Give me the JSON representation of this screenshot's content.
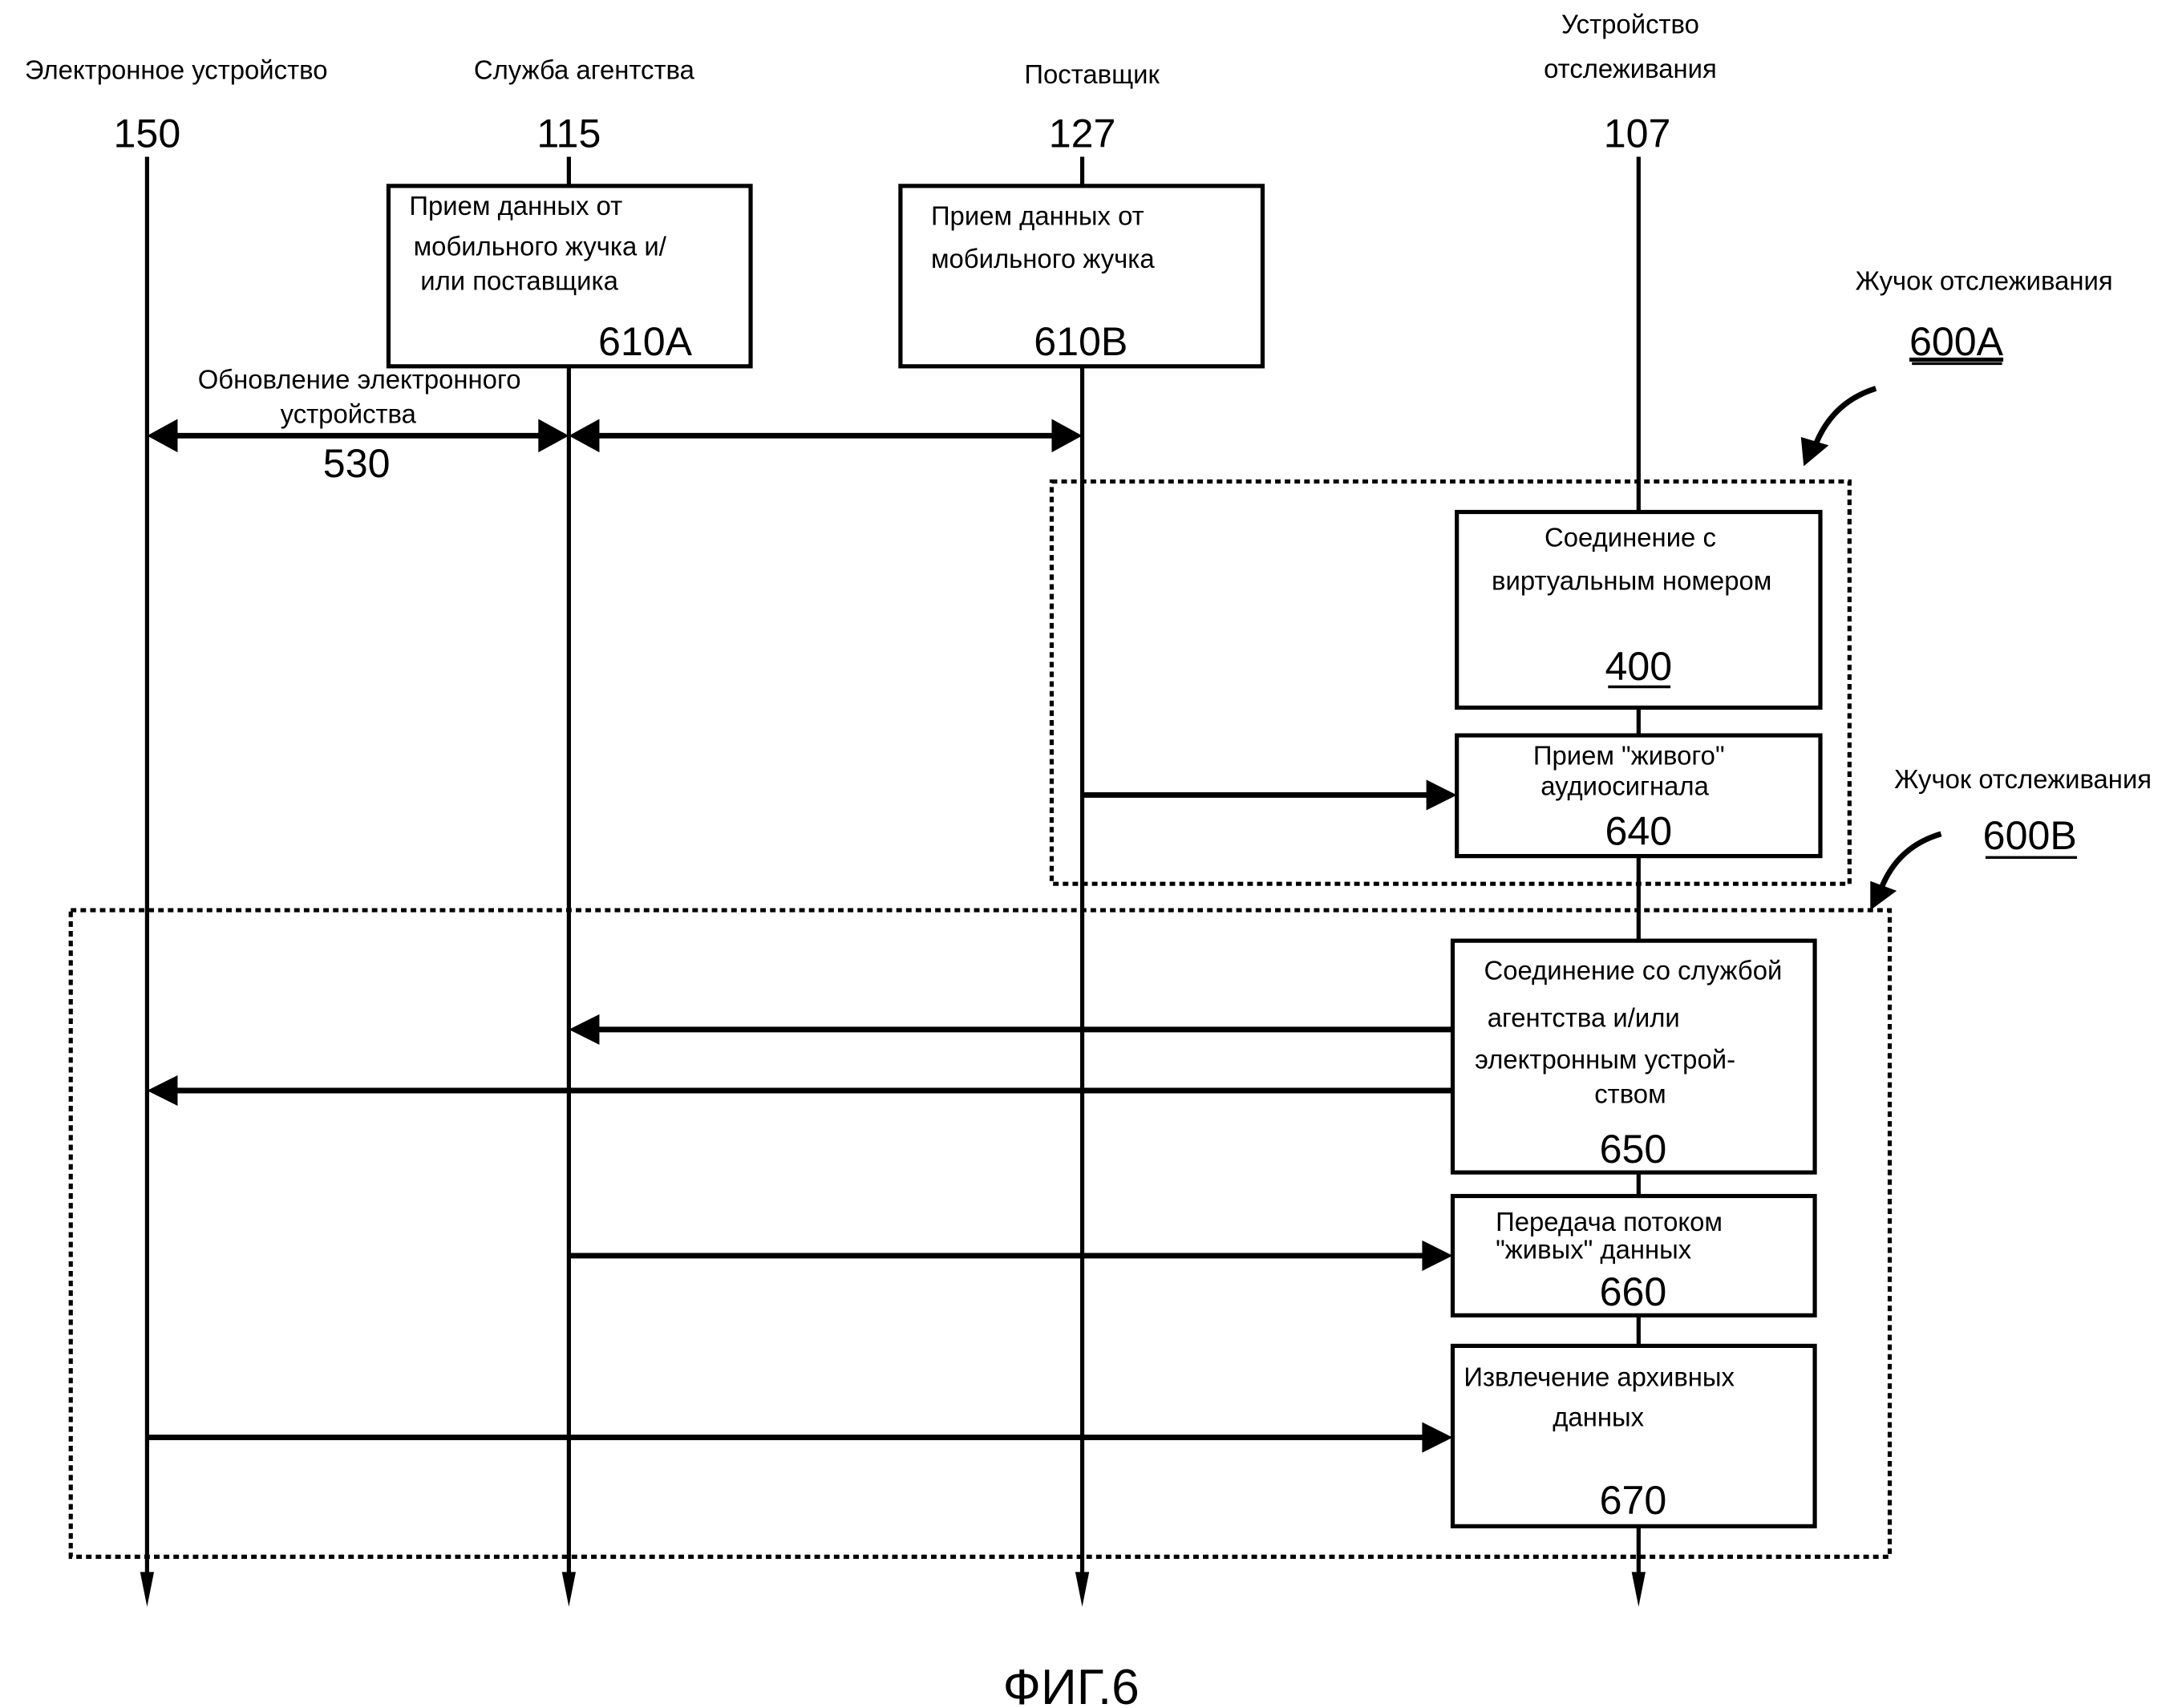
{
  "figure": {
    "caption": "ФИГ.6"
  },
  "lifelines": [
    {
      "title_lines": [
        "Электронное устройство"
      ],
      "number": "150"
    },
    {
      "title_lines": [
        "Служба агентства"
      ],
      "number": "115"
    },
    {
      "title_lines": [
        "Поставщик"
      ],
      "number": "127"
    },
    {
      "title_lines": [
        "Устройство",
        "отслеживания"
      ],
      "number": "107"
    }
  ],
  "boxes": {
    "b610a": {
      "lines": [
        "Прием данных от",
        "мобильного жучка и/",
        "или поставщика"
      ],
      "number": "610A"
    },
    "b610b": {
      "lines": [
        "Прием данных от",
        "мобильного жучка"
      ],
      "number": "610B"
    },
    "b400": {
      "lines": [
        "Соединение с",
        "виртуальным номером"
      ],
      "number": "400"
    },
    "b640": {
      "lines": [
        "Прием \"живого\"",
        "аудиосигнала"
      ],
      "number": "640"
    },
    "b650": {
      "lines": [
        "Соединение со службой",
        "агентства и/или",
        "электронным устрой-",
        "ством"
      ],
      "number": "650"
    },
    "b660": {
      "lines": [
        "Передача потоком",
        "\"живых\" данных"
      ],
      "number": "660"
    },
    "b670": {
      "lines": [
        "Извлечение архивных",
        "данных"
      ],
      "number": "670"
    }
  },
  "update": {
    "lines": [
      "Обновление электронного",
      "устройства"
    ],
    "number": "530"
  },
  "groups": {
    "g600a": {
      "label": "Жучок отслеживания",
      "number": "600A"
    },
    "g600b": {
      "label": "Жучок отслеживания",
      "number": "600B"
    }
  }
}
